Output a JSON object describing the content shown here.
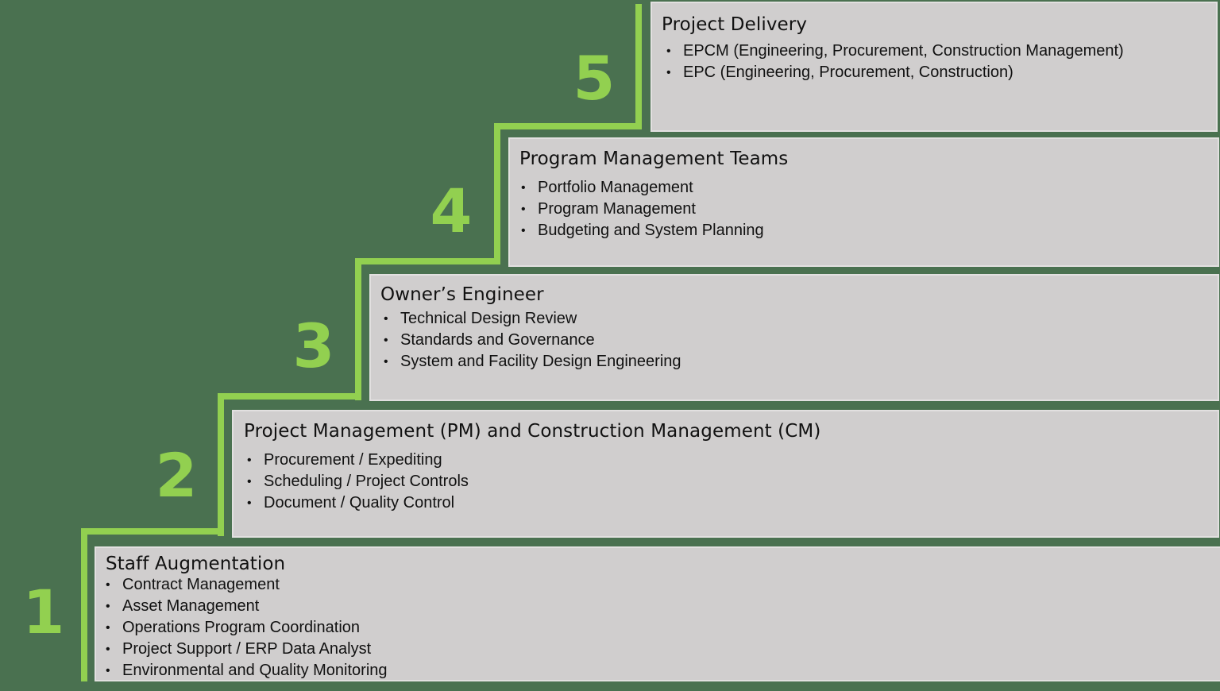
{
  "colors": {
    "background": "#4a7150",
    "accent_green": "#92d050",
    "box_fill": "#d0cece",
    "box_border": "#e2e0e0",
    "text": "#111111"
  },
  "steps": [
    {
      "number": "1",
      "title": "Staff Augmentation",
      "items": [
        "Contract Management",
        "Asset Management",
        "Operations Program Coordination",
        "Project Support / ERP Data Analyst",
        "Environmental and Quality Monitoring"
      ]
    },
    {
      "number": "2",
      "title": "Project Management (PM) and Construction Management (CM)",
      "items": [
        "Procurement / Expediting",
        "Scheduling / Project Controls",
        "Document / Quality Control"
      ]
    },
    {
      "number": "3",
      "title": "Owner’s Engineer",
      "items": [
        "Technical Design Review",
        "Standards and Governance",
        "System and Facility Design Engineering"
      ]
    },
    {
      "number": "4",
      "title": "Program Management Teams",
      "items": [
        "Portfolio Management",
        "Program Management",
        "Budgeting and System Planning"
      ]
    },
    {
      "number": "5",
      "title": "Project Delivery",
      "items": [
        "EPCM (Engineering, Procurement, Construction Management)",
        "EPC (Engineering, Procurement, Construction)"
      ]
    }
  ]
}
